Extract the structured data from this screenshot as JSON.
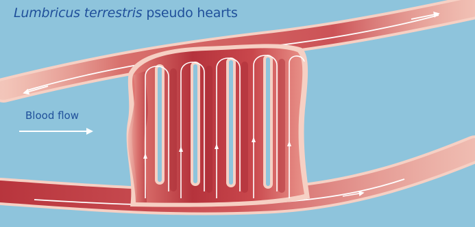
{
  "title": {
    "species": "Lumbricus terrestris",
    "rest": "pseudo hearts"
  },
  "blood_flow_label": "Blood flow",
  "colors": {
    "background": "#8ec4dc",
    "vessel_dark": "#b23a40",
    "vessel_mid": "#d96f6b",
    "vessel_light": "#f3c2b4",
    "flow_arrow": "#ffffff",
    "text": "#1f4f9a"
  },
  "icons": [
    "flow-arrow-icon"
  ],
  "pseudo_heart_count": 5
}
